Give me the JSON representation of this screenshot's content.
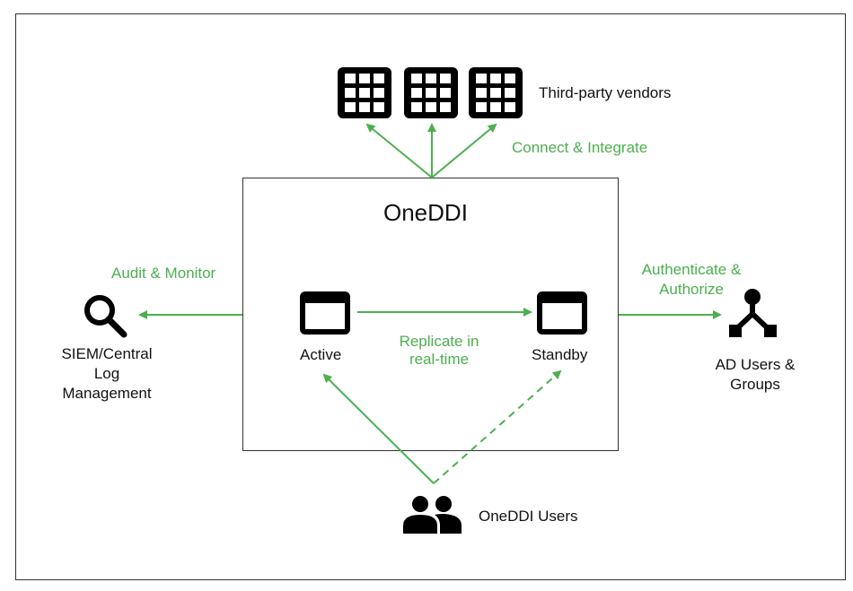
{
  "diagram": {
    "title": "OneDDI",
    "colors": {
      "accent": "#4caf50",
      "text": "#111111",
      "border": "#333333"
    },
    "nodes": {
      "vendors": {
        "label": "Third-party vendors",
        "icon": "grid-icon",
        "count": 3
      },
      "active": {
        "label": "Active",
        "icon": "window-icon"
      },
      "standby": {
        "label": "Standby",
        "icon": "window-icon"
      },
      "siem": {
        "label_line1": "SIEM/Central",
        "label_line2": "Log",
        "label_line3": "Management",
        "icon": "magnifier-icon"
      },
      "ad": {
        "label_line1": "AD Users &",
        "label_line2": "Groups",
        "icon": "hierarchy-icon"
      },
      "users": {
        "label": "OneDDI Users",
        "icon": "people-icon"
      }
    },
    "edges": {
      "connect": "Connect & Integrate",
      "audit": "Audit & Monitor",
      "auth_line1": "Authenticate &",
      "auth_line2": "Authorize",
      "replicate_line1": "Replicate in",
      "replicate_line2": "real-time"
    }
  }
}
